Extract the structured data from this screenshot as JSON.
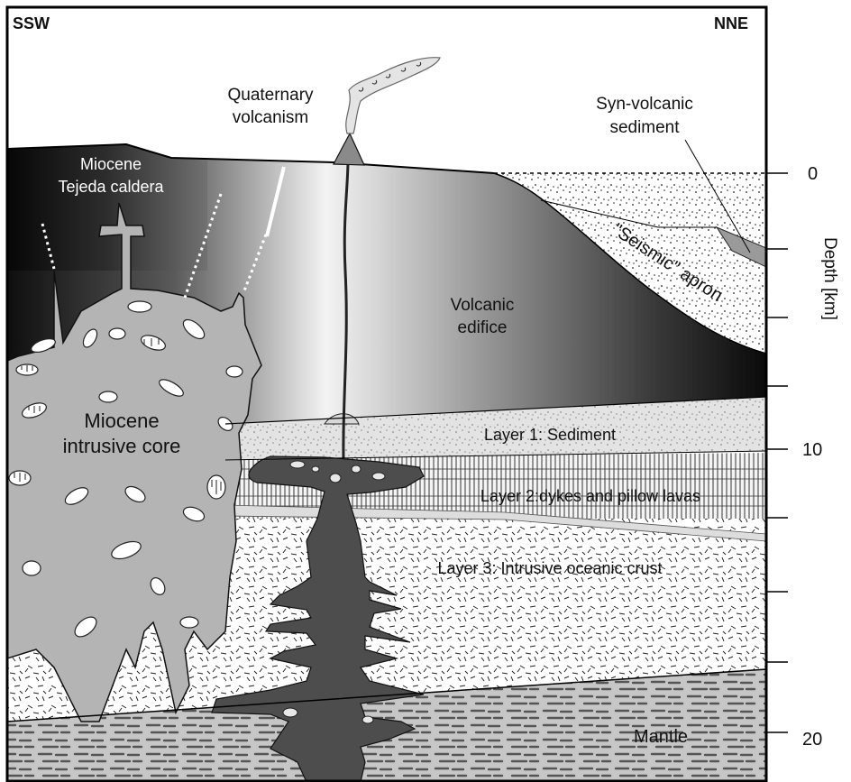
{
  "orientation": {
    "left": "SSW",
    "right": "NNE"
  },
  "labels": {
    "quaternary_line1": "Quaternary",
    "quaternary_line2": "volcanism",
    "synvolcanic_line1": "Syn-volcanic",
    "synvolcanic_line2": "sediment",
    "caldera_line1": "Miocene",
    "caldera_line2": "Tejeda caldera",
    "edifice_line1": "Volcanic",
    "edifice_line2": "edifice",
    "apron": "\"Seismic\" apron",
    "core_line1": "Miocene",
    "core_line2": "intrusive core",
    "layer1": "Layer 1: Sediment",
    "layer2": "Layer 2:dykes and pillow lavas",
    "layer3": "Layer 3: Intrusive oceanic crust",
    "mantle": "Mantle"
  },
  "depth_axis": {
    "title": "Depth  [km]",
    "labeled_ticks": [
      {
        "label": "0",
        "depth_km": 0
      },
      {
        "label": "10",
        "depth_km": 10
      },
      {
        "label": "20",
        "depth_km": 20
      }
    ],
    "minor_tick_depths_km": [
      2.5,
      5,
      7.5,
      12.5,
      15,
      17.5
    ]
  },
  "colors": {
    "frame": "#000000",
    "edifice_dark": "#111111",
    "edifice_light": "#f2f2f2",
    "intrusive_core": "#b4b4b4",
    "layer1": "#e3e3e3",
    "crust": "#ffffff",
    "mantle": "#c6c6c6",
    "magma": "#4d4d4d"
  }
}
